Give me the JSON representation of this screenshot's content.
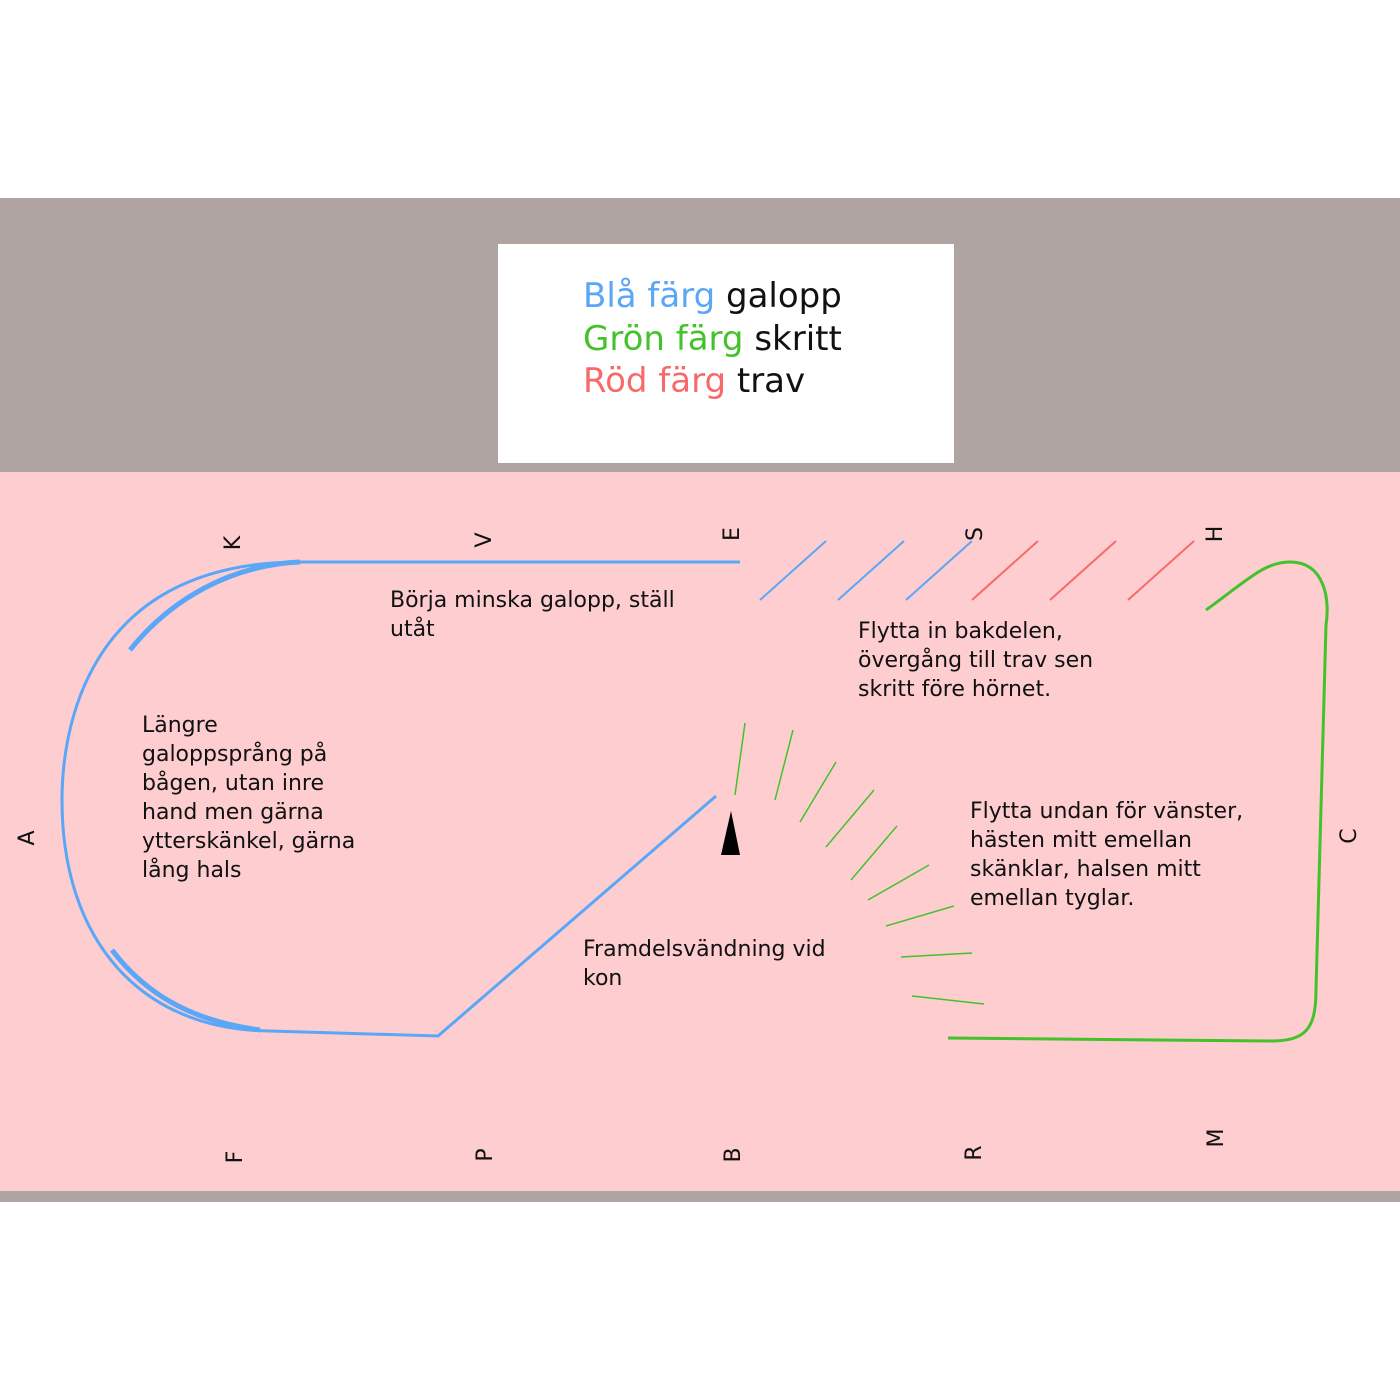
{
  "colors": {
    "gallop": "#5aa7f7",
    "walk": "#43c22b",
    "trot": "#f76a6a",
    "arena": "#fdcdd0",
    "band": "#b0a4a3"
  },
  "legend": {
    "gallop_color_label": "Blå färg",
    "gallop_gait": "galopp",
    "walk_color_label": "Grön färg",
    "walk_gait": "skritt",
    "trot_color_label": "Röd färg",
    "trot_gait": "trav"
  },
  "letters": {
    "K": "K",
    "V": "V",
    "E": "E",
    "S": "S",
    "H": "H",
    "A": "A",
    "C": "C",
    "F": "F",
    "P": "P",
    "B": "B",
    "R": "R",
    "M": "M"
  },
  "notes": {
    "reduce_gallop": "Börja minska galopp, ställ\nutåt",
    "move_hindquarters": "Flytta in bakdelen,\növergång till trav sen\nskritt före hörnet.",
    "longer_strides": "Längre\ngaloppsprång på\nbågen, utan inre\nhand men gärna\nytterskänkel, gärna\nlång hals",
    "yield_left": "Flytta undan för vänster,\nhästen mitt emellan\nskänklar, halsen mitt\nemellan tyglar.",
    "forehand_turn": "Framdelsvändning vid\nkon"
  }
}
